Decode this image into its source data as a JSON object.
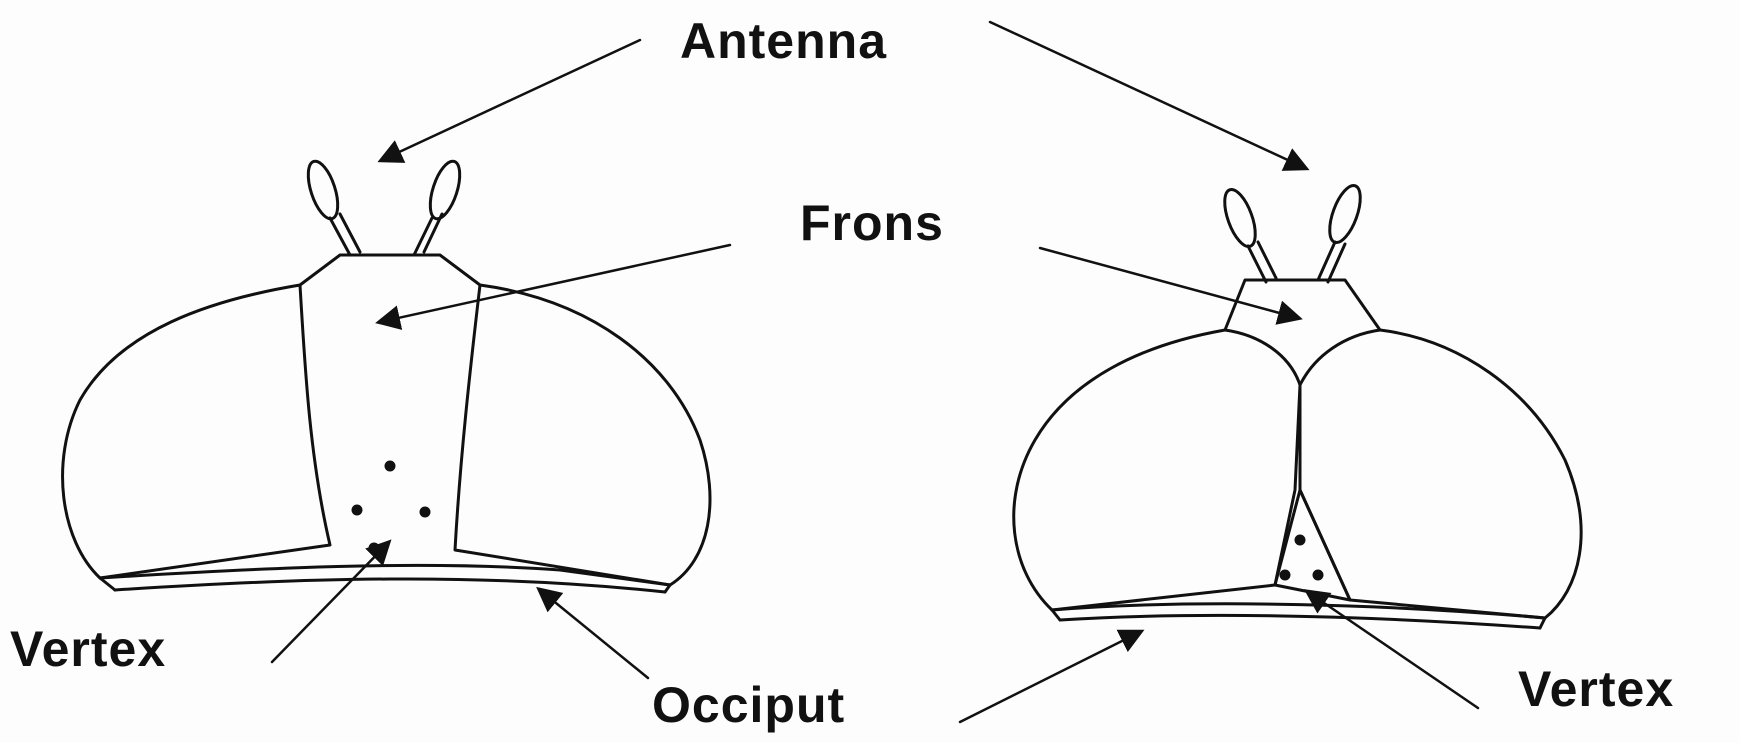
{
  "labels": {
    "antenna": "Antenna",
    "frons": "Frons",
    "vertex_left": "Vertex",
    "occiput": "Occiput",
    "vertex_right": "Vertex"
  },
  "colors": {
    "line": "#111111",
    "background": "#fdfdfd"
  }
}
